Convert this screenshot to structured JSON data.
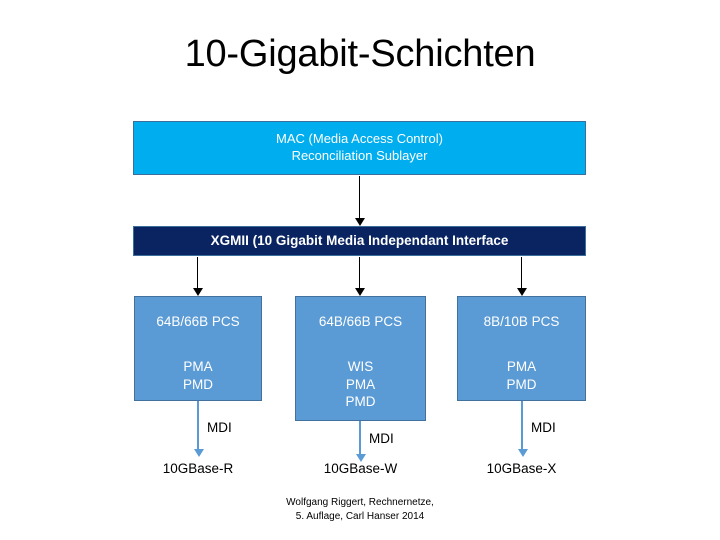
{
  "slide": {
    "title": "10-Gigabit-Schichten",
    "colors": {
      "mac_fill": "#00AEEF",
      "xgmii_fill": "#0A2461",
      "layer_fill": "#5B9BD5",
      "box_border": "#41719C",
      "arrow_black": "#000000",
      "arrow_blue": "#5B9BD5",
      "background": "#FFFFFF"
    },
    "mac_box": {
      "line1": "MAC (Media Access Control)",
      "line2": "Reconciliation Sublayer"
    },
    "xgmii_box": {
      "label": "XGMII (10 Gigabit Media Independant Interface"
    },
    "columns": [
      {
        "pcs": "64B/66B PCS",
        "sublayers": [
          "PMA",
          "PMD"
        ],
        "mdi": "MDI",
        "base": "10GBase-R"
      },
      {
        "pcs": "64B/66B PCS",
        "sublayers": [
          "WIS",
          "PMA",
          "PMD"
        ],
        "mdi": "MDI",
        "base": "10GBase-W"
      },
      {
        "pcs": "8B/10B PCS",
        "sublayers": [
          "PMA",
          "PMD"
        ],
        "mdi": "MDI",
        "base": "10GBase-X"
      }
    ],
    "source": {
      "line1": "Wolfgang Riggert, Rechnernetze,",
      "line2": "5. Auflage, Carl Hanser 2014"
    }
  }
}
